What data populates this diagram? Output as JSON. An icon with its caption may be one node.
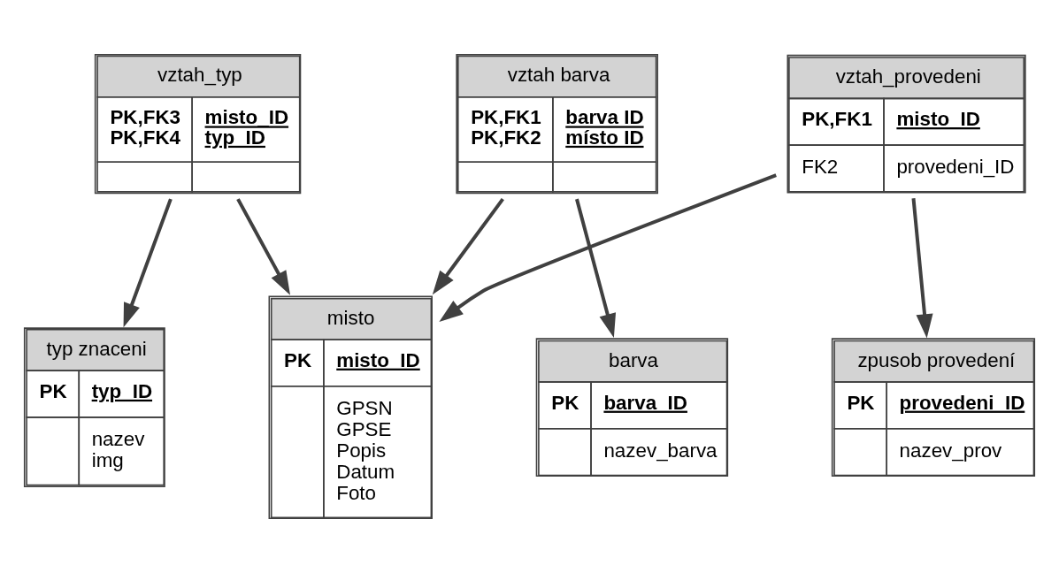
{
  "diagram": {
    "nodes": [
      {
        "text": [
          "misto",
          "PK",
          "misto_ID",
          "GPSN",
          "GPSE",
          "Popis",
          "Datum",
          "Foto"
        ]
      },
      {
        "text": [
          "vztah_typ",
          "PK,FK3",
          "PK,FK4",
          "misto_ID",
          "typ_ID"
        ]
      },
      {
        "text": [
          "vztah barva",
          "PK,FK1",
          "PK,FK2",
          "barva ID",
          "místo ID"
        ]
      },
      {
        "text": [
          "vztah_provedeni",
          "PK,FK1",
          "misto_ID",
          "FK2",
          "provedeni_ID"
        ]
      },
      {
        "text": [
          "typ znaceni",
          "PK",
          "typ_ID",
          "nazev",
          "img"
        ]
      },
      {
        "text": [
          "barva",
          "PK",
          "barva_ID",
          "nazev_barva"
        ]
      },
      {
        "text": [
          "zpusob provedení",
          "PK",
          "provedeni_ID",
          "nazev_prov"
        ]
      }
    ],
    "edges": [
      {
        "from": 1,
        "to": 0,
        "arrow": "to"
      },
      {
        "from": 2,
        "to": 0,
        "arrow": "to"
      },
      {
        "from": 3,
        "to": 0,
        "arrow": "to"
      },
      {
        "from": 1,
        "to": 4,
        "arrow": "to"
      },
      {
        "from": 2,
        "to": 5,
        "arrow": "to"
      },
      {
        "from": 3,
        "to": 6,
        "arrow": "to"
      }
    ]
  }
}
